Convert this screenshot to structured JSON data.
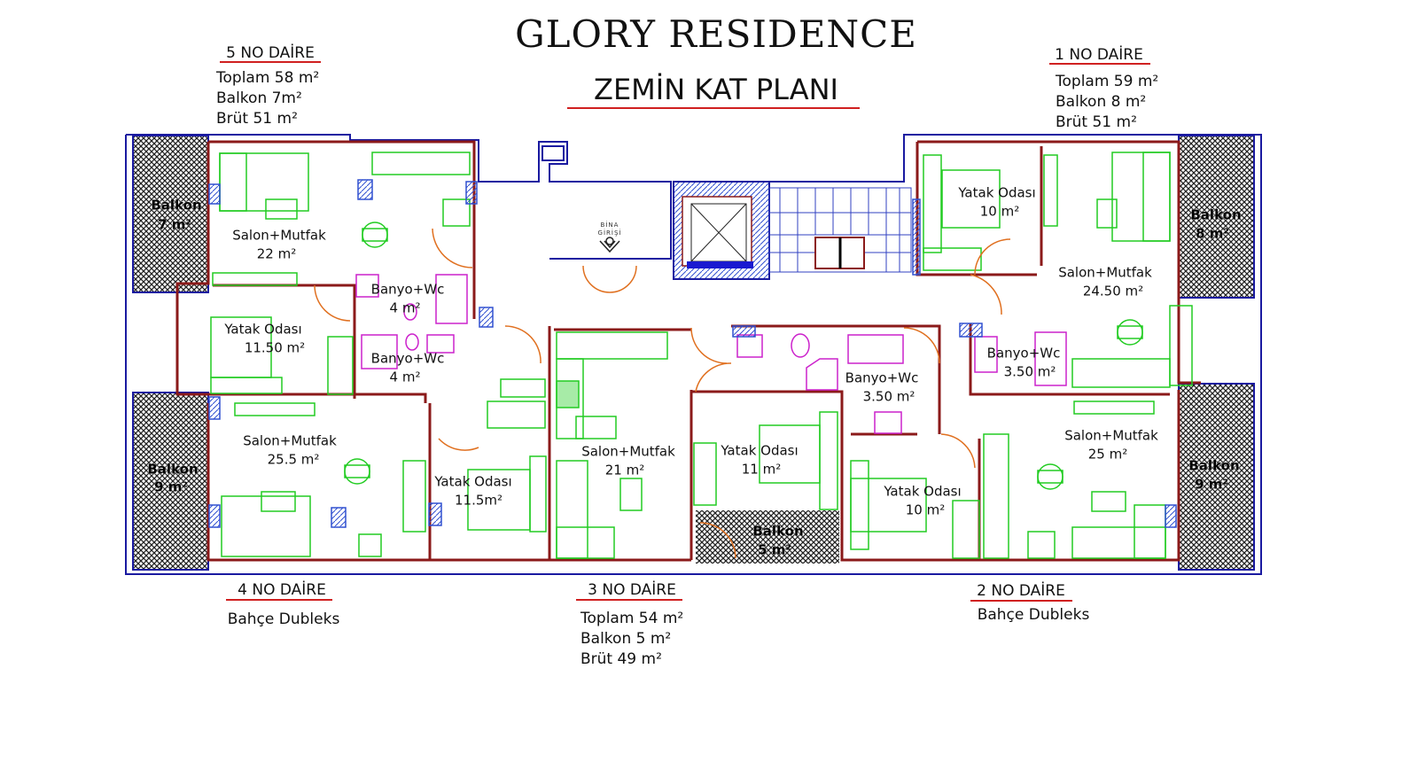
{
  "title": "GLORY RESIDENCE",
  "subtitle": "ZEMİN KAT PLANI",
  "entrance": {
    "line1": "BİNA",
    "line2": "GİRİŞİ"
  },
  "colors": {
    "wall": "#8b1a1a",
    "outline": "#1a1aa0",
    "furniture": "#22cc22",
    "bath": "#cc22cc",
    "door": "#e07020",
    "underline": "#d02020"
  },
  "apartments": {
    "a5": {
      "name": "5 NO DAİRE",
      "lines": [
        "Toplam 58 m²",
        "Balkon 7m²",
        "Brüt 51 m²"
      ]
    },
    "a1": {
      "name": "1 NO DAİRE",
      "lines": [
        "Toplam 59 m²",
        "Balkon 8 m²",
        "Brüt 51 m²"
      ]
    },
    "a4": {
      "name": "4 NO DAİRE",
      "lines": [
        "Bahçe Dubleks"
      ]
    },
    "a3": {
      "name": "3 NO DAİRE",
      "lines": [
        "Toplam 54 m²",
        "Balkon 5 m²",
        "Brüt 49 m²"
      ]
    },
    "a2": {
      "name": "2 NO DAİRE",
      "lines": [
        "Bahçe Dubleks"
      ]
    }
  },
  "rooms": [
    {
      "name": "Balkon",
      "area": "7 m²"
    },
    {
      "name": "Salon+Mutfak",
      "area": "22 m²"
    },
    {
      "name": "Banyo+Wc",
      "area": "4 m²"
    },
    {
      "name": "Yatak Odası",
      "area": "11.50 m²"
    },
    {
      "name": "Banyo+Wc",
      "area": "4 m²"
    },
    {
      "name": "Salon+Mutfak",
      "area": "25.5 m²"
    },
    {
      "name": "Balkon",
      "area": "9 m²"
    },
    {
      "name": "Yatak Odası",
      "area": "11.5m²"
    },
    {
      "name": "Salon+Mutfak",
      "area": "21 m²"
    },
    {
      "name": "Yatak Odası",
      "area": "11 m²"
    },
    {
      "name": "Balkon",
      "area": "5 m²"
    },
    {
      "name": "Banyo+Wc",
      "area": "3.50 m²"
    },
    {
      "name": "Yatak Odası",
      "area": "10 m²"
    },
    {
      "name": "Salon+Mutfak",
      "area": "25 m²"
    },
    {
      "name": "Balkon",
      "area": "9 m²"
    },
    {
      "name": "Yatak Odası",
      "area": "10 m²"
    },
    {
      "name": "Salon+Mutfak",
      "area": "24.50 m²"
    },
    {
      "name": "Banyo+Wc",
      "area": "3.50 m²"
    },
    {
      "name": "Balkon",
      "area": "8 m²"
    }
  ]
}
